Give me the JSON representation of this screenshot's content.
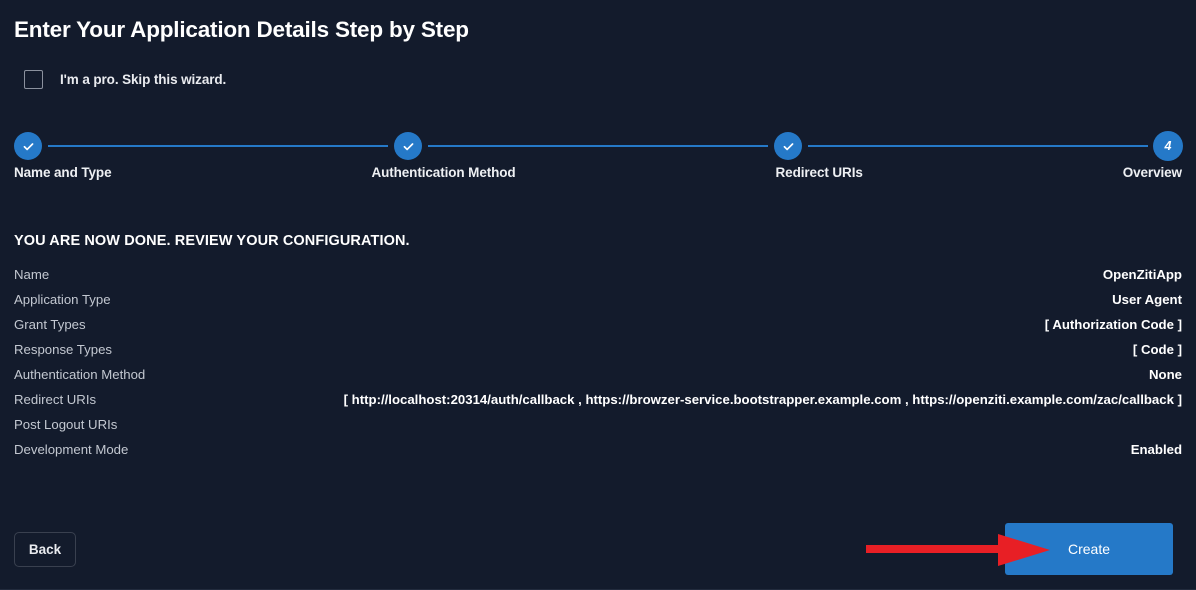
{
  "header": {
    "title": "Enter Your Application Details Step by Step"
  },
  "skip": {
    "label": "I'm a pro. Skip this wizard.",
    "checked": false
  },
  "stepper": {
    "steps": [
      {
        "label": "Name and Type",
        "state": "complete",
        "marker": "check"
      },
      {
        "label": "Authentication Method",
        "state": "complete",
        "marker": "check"
      },
      {
        "label": "Redirect URIs",
        "state": "complete",
        "marker": "check"
      },
      {
        "label": "Overview",
        "state": "current",
        "marker": "4"
      }
    ],
    "accent_color": "#2579c8"
  },
  "review": {
    "heading": "YOU ARE NOW DONE. REVIEW YOUR CONFIGURATION.",
    "rows": [
      {
        "label": "Name",
        "value": "OpenZitiApp"
      },
      {
        "label": "Application Type",
        "value": "User Agent"
      },
      {
        "label": "Grant Types",
        "value": "[ Authorization Code ]"
      },
      {
        "label": "Response Types",
        "value": "[ Code ]"
      },
      {
        "label": "Authentication Method",
        "value": "None"
      },
      {
        "label": "Redirect URIs",
        "value": "[ http://localhost:20314/auth/callback , https://browzer-service.bootstrapper.example.com , https://openziti.example.com/zac/callback ]"
      },
      {
        "label": "Post Logout URIs",
        "value": ""
      },
      {
        "label": "Development Mode",
        "value": "Enabled"
      }
    ]
  },
  "footer": {
    "back_label": "Back",
    "create_label": "Create"
  },
  "annotation": {
    "arrow_color": "#e81f25",
    "points_to": "Create"
  },
  "colors": {
    "background": "#131b2c",
    "accent": "#2579c8",
    "annotation": "#e81f25",
    "label_text": "#c3c8d1"
  }
}
